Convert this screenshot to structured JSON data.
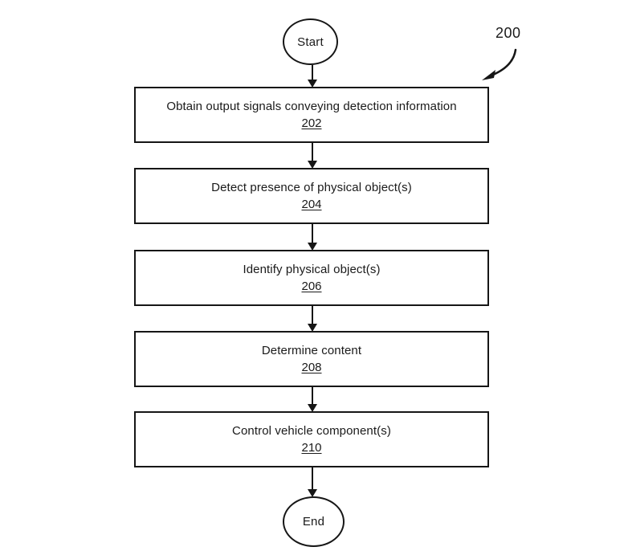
{
  "figure": {
    "reference_number": "200",
    "leader_arrow": "curved-arrow-down-left"
  },
  "flowchart": {
    "start": {
      "label": "Start",
      "shape": "ellipse"
    },
    "end": {
      "label": "End",
      "shape": "ellipse"
    },
    "steps": [
      {
        "text": "Obtain output signals conveying detection information",
        "ref": "202"
      },
      {
        "text": "Detect presence of physical object(s)",
        "ref": "204"
      },
      {
        "text": "Identify physical object(s)",
        "ref": "206"
      },
      {
        "text": "Determine content",
        "ref": "208"
      },
      {
        "text": "Control vehicle component(s)",
        "ref": "210"
      }
    ],
    "connectors": [
      {
        "from": "Start",
        "to": "202",
        "icon": "arrow-down-icon"
      },
      {
        "from": "202",
        "to": "204",
        "icon": "arrow-down-icon"
      },
      {
        "from": "204",
        "to": "206",
        "icon": "arrow-down-icon"
      },
      {
        "from": "206",
        "to": "208",
        "icon": "arrow-down-icon"
      },
      {
        "from": "208",
        "to": "210",
        "icon": "arrow-down-icon"
      },
      {
        "from": "210",
        "to": "End",
        "icon": "arrow-down-icon"
      }
    ]
  },
  "colors": {
    "background": "#ffffff",
    "stroke": "#161616",
    "text": "#1a1a1a"
  }
}
